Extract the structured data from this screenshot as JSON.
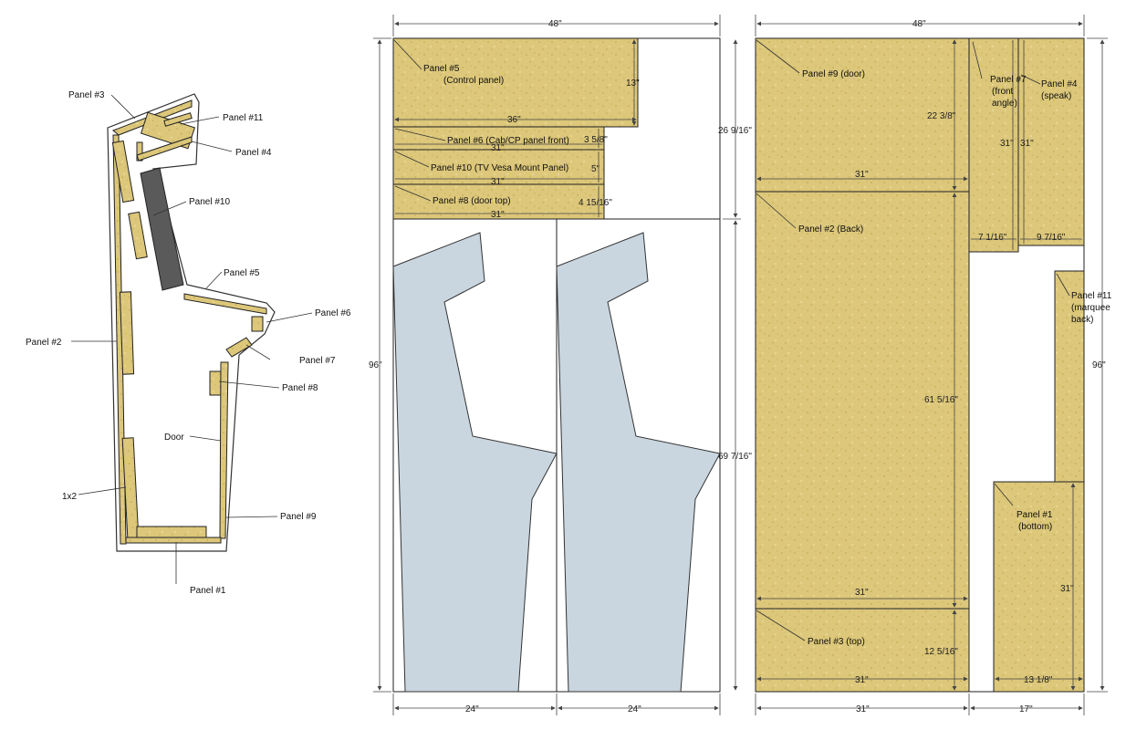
{
  "sheet1": {
    "width": "48\"",
    "height": "96\"",
    "split_a": "26 9/16\"",
    "split_b": "69 7/16\"",
    "bottom_left": "24\"",
    "bottom_right": "24\"",
    "panels": [
      {
        "name": "Panel #5",
        "sub": "(Control panel)",
        "w": "36\"",
        "h": "13\""
      },
      {
        "name": "Panel #6 (Cab/CP panel front)",
        "w": "31\"",
        "h": "3 5/8\""
      },
      {
        "name": "Panel #10 (TV Vesa Mount Panel)",
        "w": "31\"",
        "h": "5\""
      },
      {
        "name": "Panel #8 (door top)",
        "w": "31\"",
        "h": "4 15/16\""
      }
    ]
  },
  "sheet2": {
    "width": "48\"",
    "height": "96\"",
    "bottom_left": "31\"",
    "bottom_right": "17\"",
    "panels": [
      {
        "name": "Panel #9 (door)",
        "w": "31\"",
        "h": "22 3/8\""
      },
      {
        "name": "Panel #2 (Back)",
        "w": "31\"",
        "h": "61 5/16\""
      },
      {
        "name": "Panel #3 (top)",
        "w": "31\"",
        "h": "12 5/16\""
      },
      {
        "name": "Panel #7",
        "line2": "(front",
        "line3": "angle)",
        "w": "7 1/16\"",
        "h": "31\""
      },
      {
        "name": "Panel #4",
        "line2": "(speak)",
        "w": "9 7/16\"",
        "h": "31\""
      },
      {
        "name": "Panel #11",
        "line2": "(marquee",
        "line3": "back)"
      },
      {
        "name": "Panel #1",
        "line2": "(bottom)",
        "w": "13 1/8\"",
        "h": "31\""
      }
    ]
  },
  "cabinet": {
    "labels": [
      "Panel #3",
      "Panel #11",
      "Panel #4",
      "Panel #10",
      "Panel #5",
      "Panel #6",
      "Panel #2",
      "Panel #7",
      "Panel #8",
      "Door",
      "1x2",
      "Panel #9",
      "Panel #1"
    ]
  }
}
